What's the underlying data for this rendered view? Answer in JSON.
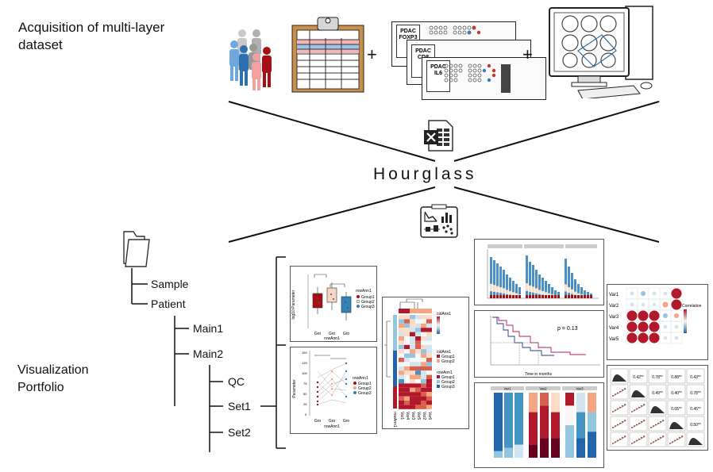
{
  "header": {
    "title": "Acquisition of multi-layer dataset"
  },
  "center": {
    "title": "Hourglass"
  },
  "footer": {
    "title": "Visualization Portfolio"
  },
  "symbols": {
    "plus": "+"
  },
  "slides": [
    {
      "marker1": "PDAC",
      "marker2": "FOXP3"
    },
    {
      "marker1": "PDAC",
      "marker2": "CD8"
    },
    {
      "marker1": "PDAC",
      "marker2": "IL6"
    }
  ],
  "tree": {
    "items": [
      "Sample",
      "Patient",
      "Main1",
      "Main2",
      "QC",
      "Set1",
      "Set2"
    ]
  },
  "boxplot": {
    "ylabel": "log10 Parameter",
    "xticks": [
      "Gro",
      "Gro",
      "Gro"
    ],
    "xlabel": "rowAnn1",
    "legend_title": "rowAnn1",
    "legend": [
      "Group1",
      "Group2",
      "Group3"
    ]
  },
  "paired": {
    "ylabel": "Parameter",
    "xticks": [
      "Gro",
      "Gro",
      "Gro"
    ],
    "xlabel": "rowAnn1",
    "legend_title": "rowAnn1",
    "legend": [
      "Group1",
      "Group2",
      "Group3"
    ],
    "yticks": [
      "150",
      "125",
      "100",
      "75",
      "50",
      "25",
      "0"
    ]
  },
  "heatmap": {
    "legend1": "colAnn1",
    "legend2": "colAnn1",
    "legend3": "rowAnn1",
    "groups2": [
      "Group1",
      "Group2"
    ],
    "groups3": [
      "Group1",
      "Group2",
      "Group3"
    ],
    "cols": [
      "Var1",
      "Var4",
      "Var3",
      "Var5",
      "Var2",
      "Var6"
    ],
    "rowlab": "rowAnn1"
  },
  "survival": {
    "pvalue": "p = 0.13",
    "xlabel": "Time in months"
  },
  "stacked": {
    "facets": [
      "Var1",
      "Var2",
      "Var3"
    ]
  },
  "corr": {
    "rows": [
      "Var1",
      "Var2",
      "Var3",
      "Var4",
      "Var5"
    ],
    "legend_title": "Correlation"
  },
  "pairs": {
    "values": [
      "0.42**",
      "0.78**",
      "0.88**",
      "0.43**",
      "0.49**",
      "0.40**",
      "0.78**",
      "0.65**",
      "0.45**",
      "0.50**"
    ]
  },
  "colors": {
    "red": "#b2182b",
    "blue": "#2166ac",
    "lightblue": "#92c5de",
    "pink": "#f4a582"
  }
}
